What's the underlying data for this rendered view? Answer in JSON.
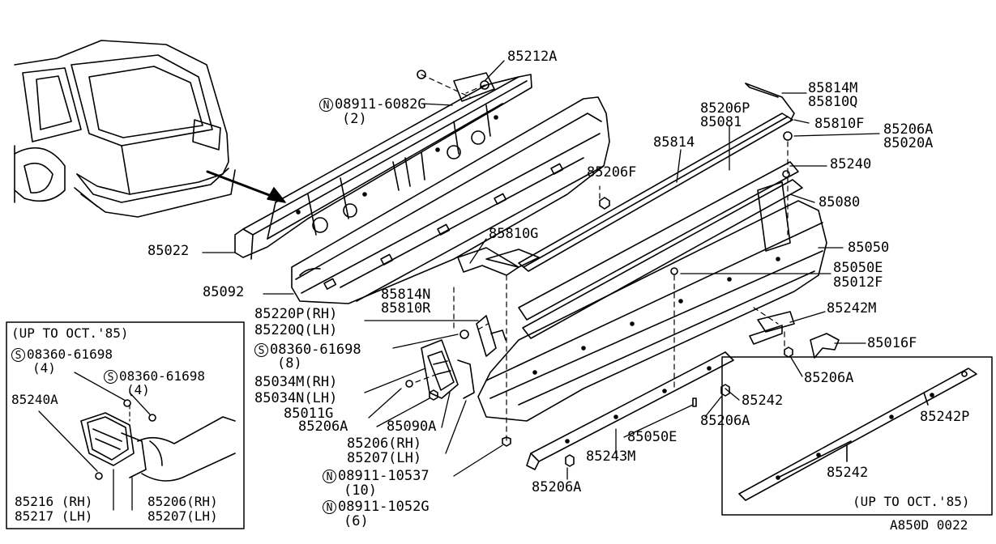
{
  "diagram_code": "A850D 0022",
  "inset_left": {
    "title": "(UP TO OCT.'85)",
    "labels": {
      "s1_symbol": "S",
      "s1_part": "08360-61698",
      "s1_qty": "(4)",
      "s2_symbol": "S",
      "s2_part": "08360-61698",
      "s2_qty": "(4)",
      "p85240A": "85240A",
      "p85216": "85216 (RH)",
      "p85217": "85217 (LH)",
      "p85206": "85206(RH)",
      "p85207": "85207(LH)"
    }
  },
  "inset_right": {
    "title": "(UP TO OCT.'85)",
    "labels": {
      "p85242P": "85242P",
      "p85242": "85242"
    }
  },
  "labels": {
    "p85212A": "85212A",
    "n1_symbol": "N",
    "n1_part": "08911-6082G",
    "n1_qty": "(2)",
    "p85814M": "85814M",
    "p85810Q": "85810Q",
    "p85810F": "85810F",
    "p85206P": "85206P",
    "p85081": "85081",
    "p85206A_top": "85206A",
    "p85020A": "85020A",
    "p85814": "85814",
    "p85240": "85240",
    "p85206F": "85206F",
    "p85080": "85080",
    "p85022": "85022",
    "p85810G": "85810G",
    "p85050": "85050",
    "p85050E": "85050E",
    "p85012F": "85012F",
    "p85092": "85092",
    "p85814N": "85814N",
    "p85810R": "85810R",
    "p85220P": "85220P(RH)",
    "p85220Q": "85220Q(LH)",
    "p85242M": "85242M",
    "s3_symbol": "S",
    "s3_part": "08360-61698",
    "s3_qty": "(8)",
    "p85016F": "85016F",
    "p85034M": "85034M(RH)",
    "p85034N": "85034N(LH)",
    "p85206A_r": "85206A",
    "p85011G": "85011G",
    "p85206A_c": "85206A",
    "p85090A": "85090A",
    "p85242_c": "85242",
    "p85206A_rb": "85206A",
    "p85206_rh": "85206(RH)",
    "p85207_lh": "85207(LH)",
    "p85050E_b": "85050E",
    "n2_symbol": "N",
    "n2_part": "08911-10537",
    "n2_qty": "(10)",
    "p85243M": "85243M",
    "n3_symbol": "N",
    "n3_part": "08911-1052G",
    "n3_qty": "(6)",
    "p85206A_b": "85206A"
  }
}
